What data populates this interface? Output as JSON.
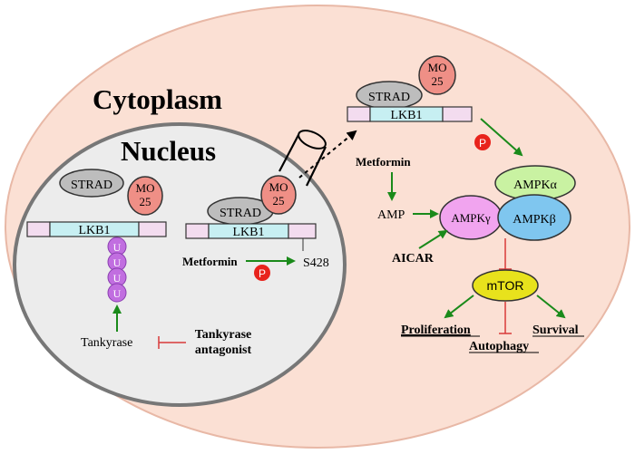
{
  "compartments": {
    "cytoplasm": "Cytoplasm",
    "nucleus": "Nucleus"
  },
  "proteins": {
    "strad": "STRAD",
    "mo25_line1": "MO",
    "mo25_line2": "25",
    "lkb1": "LKB1",
    "ubiquitin": "U",
    "ampk_alpha": "AMPKα",
    "ampk_beta": "AMPKβ",
    "ampk_gamma": "AMPKγ",
    "mtor": "mTOR",
    "phospho": "P"
  },
  "labels": {
    "metformin": "Metformin",
    "amp": "AMP",
    "aicar": "AICAR",
    "s428": "S428",
    "tankyrase": "Tankyrase",
    "tankyrase_antagonist_line1": "Tankyrase",
    "tankyrase_antagonist_line2": "antagonist"
  },
  "outcomes": {
    "proliferation": "Proliferation",
    "autophagy": "Autophagy",
    "survival": "Survival"
  },
  "colors": {
    "cell_fill": "#fbe0d4",
    "cell_stroke": "#e8b8a6",
    "nucleus_fill": "#ececec",
    "nucleus_stroke": "#777777",
    "strad": "#bdbdbd",
    "mo25": "#ef8f86",
    "lkb1_center": "#c7eff2",
    "lkb1_side": "#f3dcef",
    "ubiquitin": "#c16ee0",
    "ampk_alpha": "#c9f2a2",
    "ampk_beta": "#7fc6ef",
    "ampk_gamma": "#f1a4ef",
    "mtor": "#e8e21c",
    "phospho": "#e8231c",
    "activation_arrow": "#1a8a1a",
    "inhibition": "#d83a3a"
  }
}
